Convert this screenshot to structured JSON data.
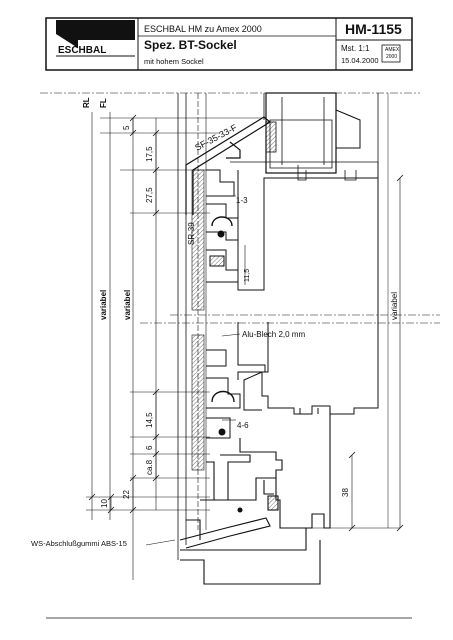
{
  "title_block": {
    "company": "ESCHBAL",
    "line1": "ESCHBAL HM zu Amex 2000",
    "title": "Spez. BT-Sockel",
    "subtitle": "mit hohem Sockel",
    "drawing_no": "HM-1155",
    "scale": "Mst. 1:1",
    "date": "15.04.2000",
    "stamp_line1": "AMEX",
    "stamp_line2": "2000"
  },
  "dimensions": {
    "rl": "RL",
    "fl": "FL",
    "d5": "5",
    "d17_5": "17,5",
    "d27_5": "27,5",
    "d11_5": "11,5",
    "d14_5": "14,5",
    "d6": "6",
    "d_ca8": "ca.8",
    "d22": "22",
    "d10": "10",
    "d38": "38",
    "d1_3": "1-3",
    "d4_6": "4-6",
    "variabel_left1": "variabel",
    "variabel_left2": "variabel",
    "variabel_right": "variabel"
  },
  "labels": {
    "profile_sf": "SF-35-33-F",
    "profile_sr": "SR-39",
    "alu_blech": "Alu-Blech 2,0 mm",
    "ws_abschluss": "WS-Abschlußgummi ABS-15"
  }
}
